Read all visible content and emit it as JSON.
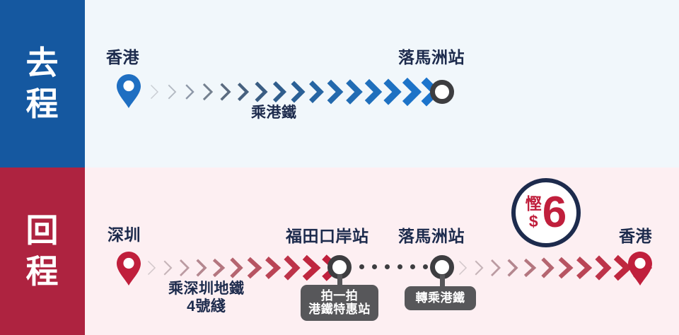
{
  "outbound": {
    "tab_chars": [
      "去",
      "程"
    ],
    "tab_color": "#1558a0",
    "bg_color": "#f1f7fb",
    "origin_label": "香港",
    "mode_label": "乘港鐵",
    "destination_label": "落馬洲站",
    "accent_color": "#1f6fc2",
    "chevron_count": 16
  },
  "return": {
    "tab_chars": [
      "回",
      "程"
    ],
    "tab_color": "#ae2340",
    "bg_color": "#fdeff2",
    "origin_label": "深圳",
    "mode_label_line1": "乘深圳地鐵",
    "mode_label_line2": "4號綫",
    "station_futian": "福田口岸站",
    "station_lokmachau": "落馬洲站",
    "destination_label": "香港",
    "tooltip_futian_line1": "拍一拍",
    "tooltip_futian_line2": "港鐵特惠站",
    "tooltip_lokmachau": "轉乘港鐵",
    "accent_color": "#c01f3c",
    "chevron_count_first": 11,
    "chevron_count_second": 11,
    "walk_dot_count": 6
  },
  "badge": {
    "save_char": "慳",
    "currency": "$",
    "amount": "6",
    "ring_color": "#1d2b4d",
    "text_color": "#c01f3c"
  }
}
